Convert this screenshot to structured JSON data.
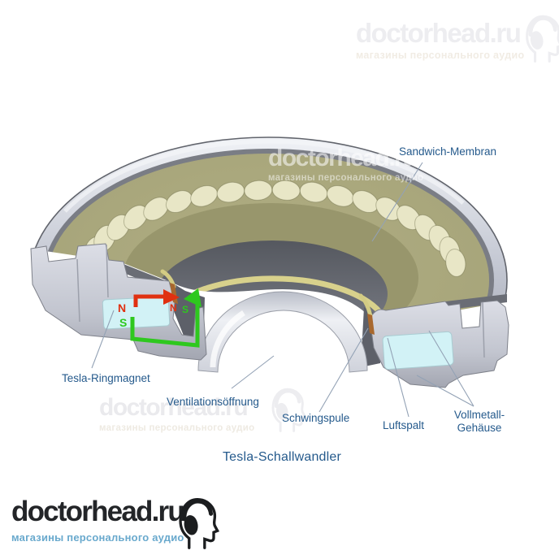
{
  "brand": {
    "name": "doctorhead.ru",
    "tagline": "магазины персонального аудио"
  },
  "diagram": {
    "title": "Tesla-Schallwandler",
    "labels": {
      "membrane": "Sandwich-Membran",
      "ringmagnet": "Tesla-Ringmagnet",
      "vent": "Ventilationsöffnung",
      "coil": "Schwingspule",
      "airgap": "Luftspalt",
      "housing1": "Vollmetall-",
      "housing2": "Gehäuse"
    },
    "poles": {
      "magnet_n": "N",
      "magnet_s": "S",
      "gap_n": "N",
      "gap_s": "S"
    },
    "colors": {
      "label_text": "#255a8c",
      "pole_north": "#e03010",
      "field_path": "#2ec81e",
      "magnet_fill": "#d2f2f6",
      "membrane_fill": "#a9a77c",
      "leader_line": "#93a2b5"
    }
  }
}
